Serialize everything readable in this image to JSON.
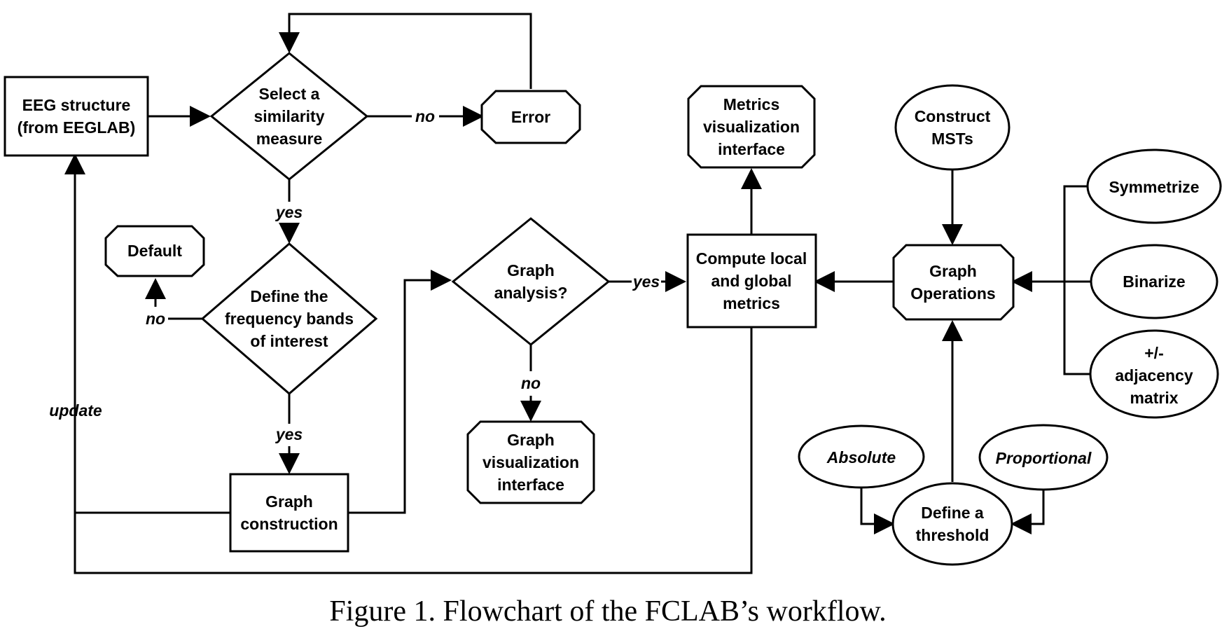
{
  "nodes": {
    "eeg": "EEG structure\n(from EEGLAB)",
    "select": "Select a\nsimilarity\nmeasure",
    "error": "Error",
    "default": "Default",
    "define_bands": "Define the\nfrequency bands\nof interest",
    "graph_construction": "Graph\nconstruction",
    "graph_analysis": "Graph\nanalysis?",
    "graph_vis": "Graph\nvisualization\ninterface",
    "compute": "Compute local\nand global\nmetrics",
    "metrics_vis": "Metrics\nvisualization\ninterface",
    "construct_msts": "Construct\nMSTs",
    "graph_ops": "Graph\nOperations",
    "symmetrize": "Symmetrize",
    "binarize": "Binarize",
    "adjacency": "+/-\nadjacency\nmatrix",
    "absolute": "Absolute",
    "proportional": "Proportional",
    "define_threshold": "Define a\nthreshold"
  },
  "edges": {
    "no1": "no",
    "yes1": "yes",
    "no2": "no",
    "yes2": "yes",
    "yes3": "yes",
    "no3": "no",
    "update": "update"
  },
  "caption": "Figure 1. Flowchart of the FCLAB’s workflow."
}
